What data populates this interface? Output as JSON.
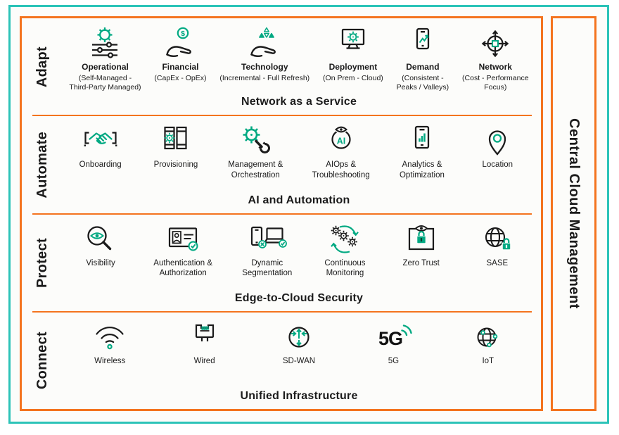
{
  "palette": {
    "teal": "#2cc3b8",
    "orange": "#f4741f",
    "green": "#01A982",
    "ink": "#1b1b1b",
    "bg": "#fcfcfa"
  },
  "sidebar": {
    "title": "Central Cloud Management"
  },
  "rows": [
    {
      "label": "Adapt",
      "caption": "Network as a Service",
      "items": [
        {
          "icon": "operational-icon",
          "title": "Operational",
          "subtitle": "(Self-Managed -\nThird-Party Managed)"
        },
        {
          "icon": "financial-icon",
          "title": "Financial",
          "subtitle": "(CapEx - OpEx)"
        },
        {
          "icon": "technology-icon",
          "title": "Technology",
          "subtitle": "(Incremental - Full Refresh)"
        },
        {
          "icon": "deployment-icon",
          "title": "Deployment",
          "subtitle": "(On Prem - Cloud)"
        },
        {
          "icon": "demand-icon",
          "title": "Demand",
          "subtitle": "(Consistent -\nPeaks / Valleys)"
        },
        {
          "icon": "network-icon",
          "title": "Network",
          "subtitle": "(Cost - Performance\nFocus)"
        }
      ]
    },
    {
      "label": "Automate",
      "caption": "AI and Automation",
      "items": [
        {
          "icon": "onboarding-icon",
          "title": "Onboarding"
        },
        {
          "icon": "provisioning-icon",
          "title": "Provisioning"
        },
        {
          "icon": "management-orchestration-icon",
          "title": "Management &\nOrchestration"
        },
        {
          "icon": "aiops-icon",
          "title": "AIOps &\nTroubleshooting"
        },
        {
          "icon": "analytics-icon",
          "title": "Analytics &\nOptimization"
        },
        {
          "icon": "location-icon",
          "title": "Location"
        }
      ]
    },
    {
      "label": "Protect",
      "caption": "Edge-to-Cloud Security",
      "items": [
        {
          "icon": "visibility-icon",
          "title": "Visibility"
        },
        {
          "icon": "authentication-icon",
          "title": "Authentication &\nAuthorization"
        },
        {
          "icon": "dynamic-segmentation-icon",
          "title": "Dynamic\nSegmentation"
        },
        {
          "icon": "continuous-monitoring-icon",
          "title": "Continuous\nMonitoring"
        },
        {
          "icon": "zero-trust-icon",
          "title": "Zero Trust"
        },
        {
          "icon": "sase-icon",
          "title": "SASE"
        }
      ]
    },
    {
      "label": "Connect",
      "caption": "Unified Infrastructure",
      "items": [
        {
          "icon": "wireless-icon",
          "title": "Wireless"
        },
        {
          "icon": "wired-icon",
          "title": "Wired"
        },
        {
          "icon": "sd-wan-icon",
          "title": "SD-WAN"
        },
        {
          "icon": "5g-icon",
          "title": "5G"
        },
        {
          "icon": "iot-icon",
          "title": "IoT"
        }
      ]
    }
  ]
}
